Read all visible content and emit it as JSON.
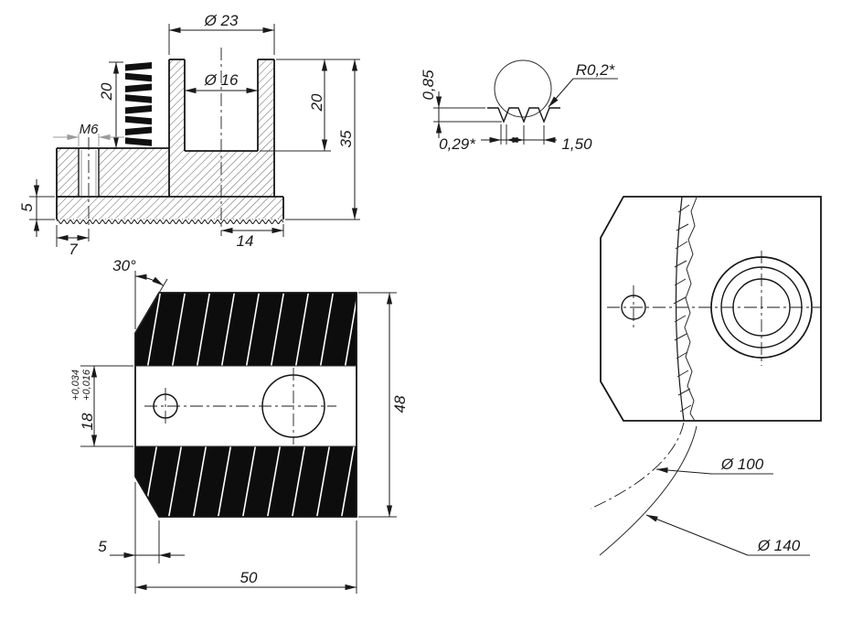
{
  "views": {
    "front": {
      "dia23": "Ø 23",
      "dia16": "Ø 16",
      "knurl_height": "20",
      "thread": "M6",
      "bore_depth": "20",
      "overall_height": "35",
      "base_height": "5",
      "hole_offset": "7",
      "flange_width": "14"
    },
    "detail": {
      "tooth_height": "0,85",
      "tip_radius": "R0,2*",
      "tip_flat": "0,29*",
      "pitch": "1,50"
    },
    "side": {
      "dia100": "Ø 100",
      "dia140": "Ø 140"
    },
    "top": {
      "chamfer_angle": "30°",
      "groove_width": "18",
      "tol_upper": "+0,034",
      "tol_lower": "+0,016",
      "block_height": "48",
      "chamfer_width": "5",
      "block_width": "50"
    }
  },
  "colors": {
    "line": "#1a1a1a",
    "gray_callout": "#9b9b9b",
    "background": "#ffffff"
  }
}
